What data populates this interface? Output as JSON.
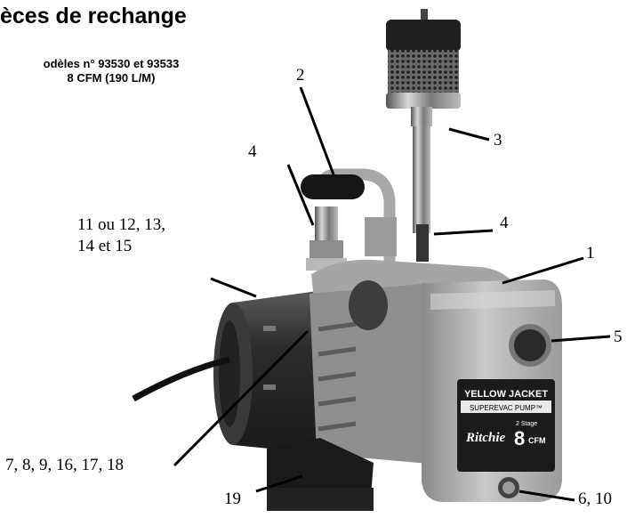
{
  "document": {
    "title": "èces de rechange",
    "subtitle_line1": "odèles n° 93530 et 93533",
    "subtitle_line2": "8 CFM (190 L/M)"
  },
  "labels": {
    "pump_brand": "YELLOW JACKET",
    "pump_model": "SUPEREVAC PUMP™",
    "pump_logo": "Ritchie",
    "pump_stage": "2 Stage",
    "pump_cfm_value": "8",
    "pump_cfm_unit": "CFM"
  },
  "callouts": {
    "c2": "2",
    "c3": "3",
    "c4_left": "4",
    "c4_right": "4",
    "c1": "1",
    "c11_line1": "11 ou 12, 13,",
    "c11_line2": "14 et 15",
    "c5": "5",
    "c7": "7, 8, 9, 16, 17, 18",
    "c19": "19",
    "c6": "6, 10"
  }
}
